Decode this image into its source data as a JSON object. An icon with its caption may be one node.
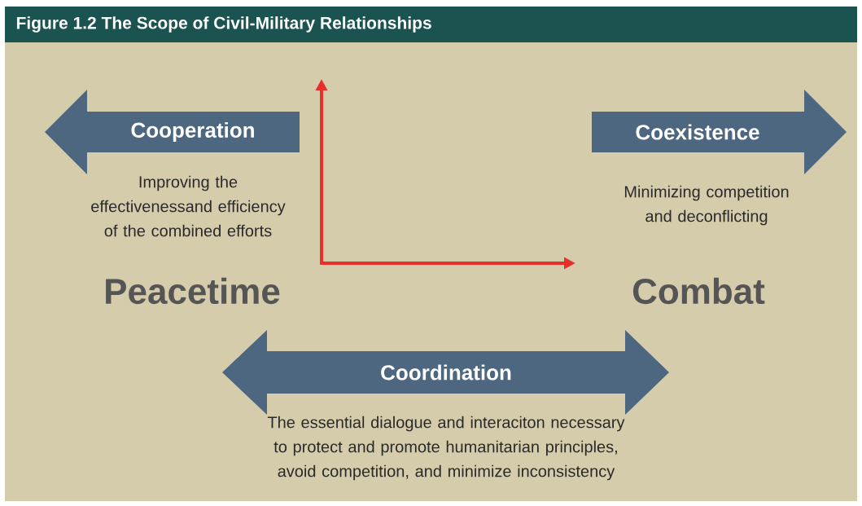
{
  "diagram": {
    "title": "Figure 1.2   The Scope of Civil-Military Relationships",
    "nodes": [
      {
        "text": [
          "Cooperation"
        ],
        "beside": [
          "Improving the effectivenessand efficiency of the combined efforts"
        ]
      },
      {
        "text": [
          "Coexistence"
        ],
        "beside": [
          "Minimizing competition and deconflicting"
        ]
      },
      {
        "text": [
          "Coordination"
        ],
        "beside": [
          "The essential dialogue and interaciton necessary to protect and promote humanitarian principles, avoid competition, and minimize inconsistency"
        ]
      }
    ],
    "labels": [
      "Peacetime",
      "Combat"
    ]
  }
}
